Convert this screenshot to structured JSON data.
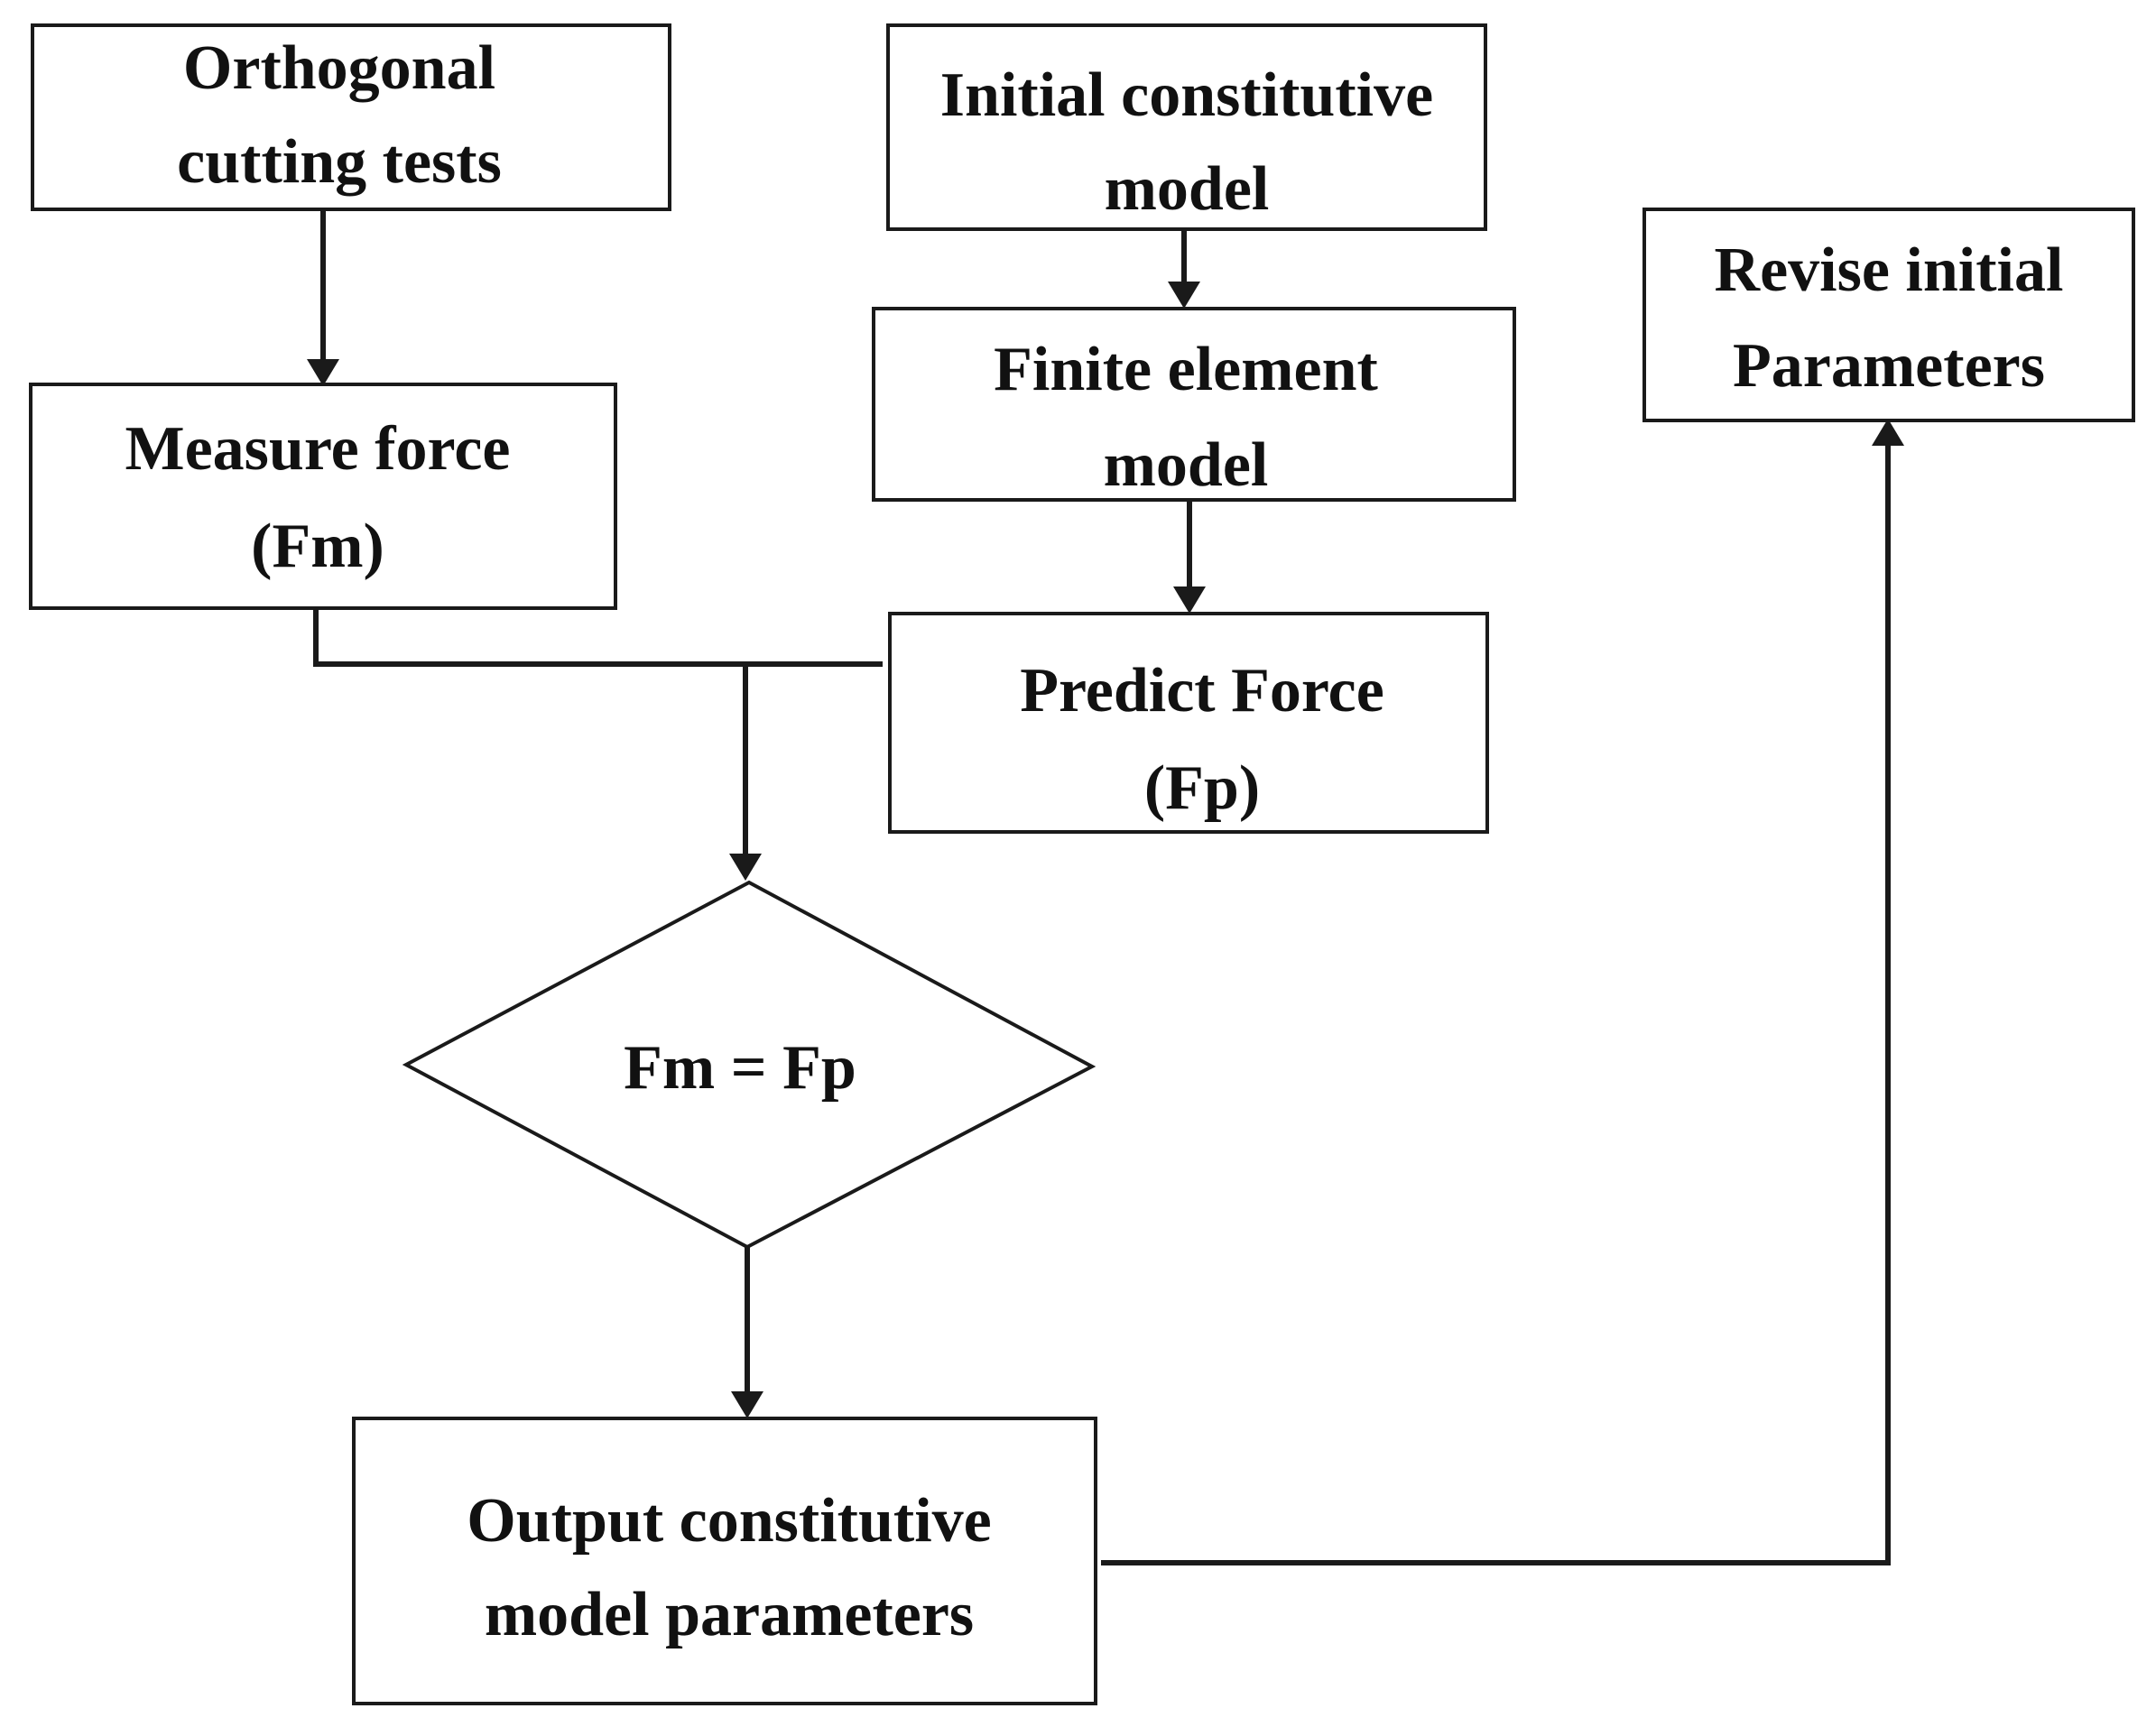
{
  "nodes": {
    "orthogonal": {
      "line1": "Orthogonal",
      "line2": "cutting tests"
    },
    "initial_model": {
      "line1": "Initial constitutive",
      "line2": "model"
    },
    "revise": {
      "line1": "Revise initial",
      "line2": "Parameters"
    },
    "measure": {
      "line1": "Measure  force",
      "line2": "(Fm)"
    },
    "fem": {
      "line1": "Finite element",
      "line2": "model"
    },
    "predict": {
      "line1": "Predict Force",
      "line2": "(Fp)"
    },
    "decision": {
      "label": "Fm = Fp"
    },
    "output": {
      "line1": "Output constitutive",
      "line2": "model parameters"
    }
  },
  "colors": {
    "stroke": "#1a1a1a",
    "text": "#111111",
    "background": "#ffffff"
  }
}
